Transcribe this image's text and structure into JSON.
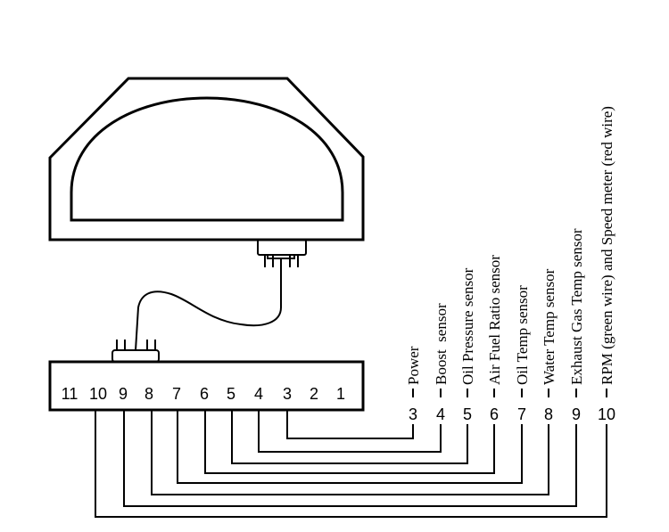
{
  "pins": [
    "11",
    "10",
    "9",
    "8",
    "7",
    "6",
    "5",
    "4",
    "3",
    "2",
    "1"
  ],
  "wires": [
    {
      "number": "3",
      "label": "Power"
    },
    {
      "number": "4",
      "label": "Boost  sensor"
    },
    {
      "number": "5",
      "label": "Oil Pressure sensor"
    },
    {
      "number": "6",
      "label": "Air Fuel Ratio sensor"
    },
    {
      "number": "7",
      "label": "Oil Temp sensor"
    },
    {
      "number": "8",
      "label": "Water Temp sensor"
    },
    {
      "number": "9",
      "label": "Exhaust Gas Temp sensor"
    },
    {
      "number": "10",
      "label": "RPM (green wire) and Speed meter (red wire)"
    }
  ]
}
